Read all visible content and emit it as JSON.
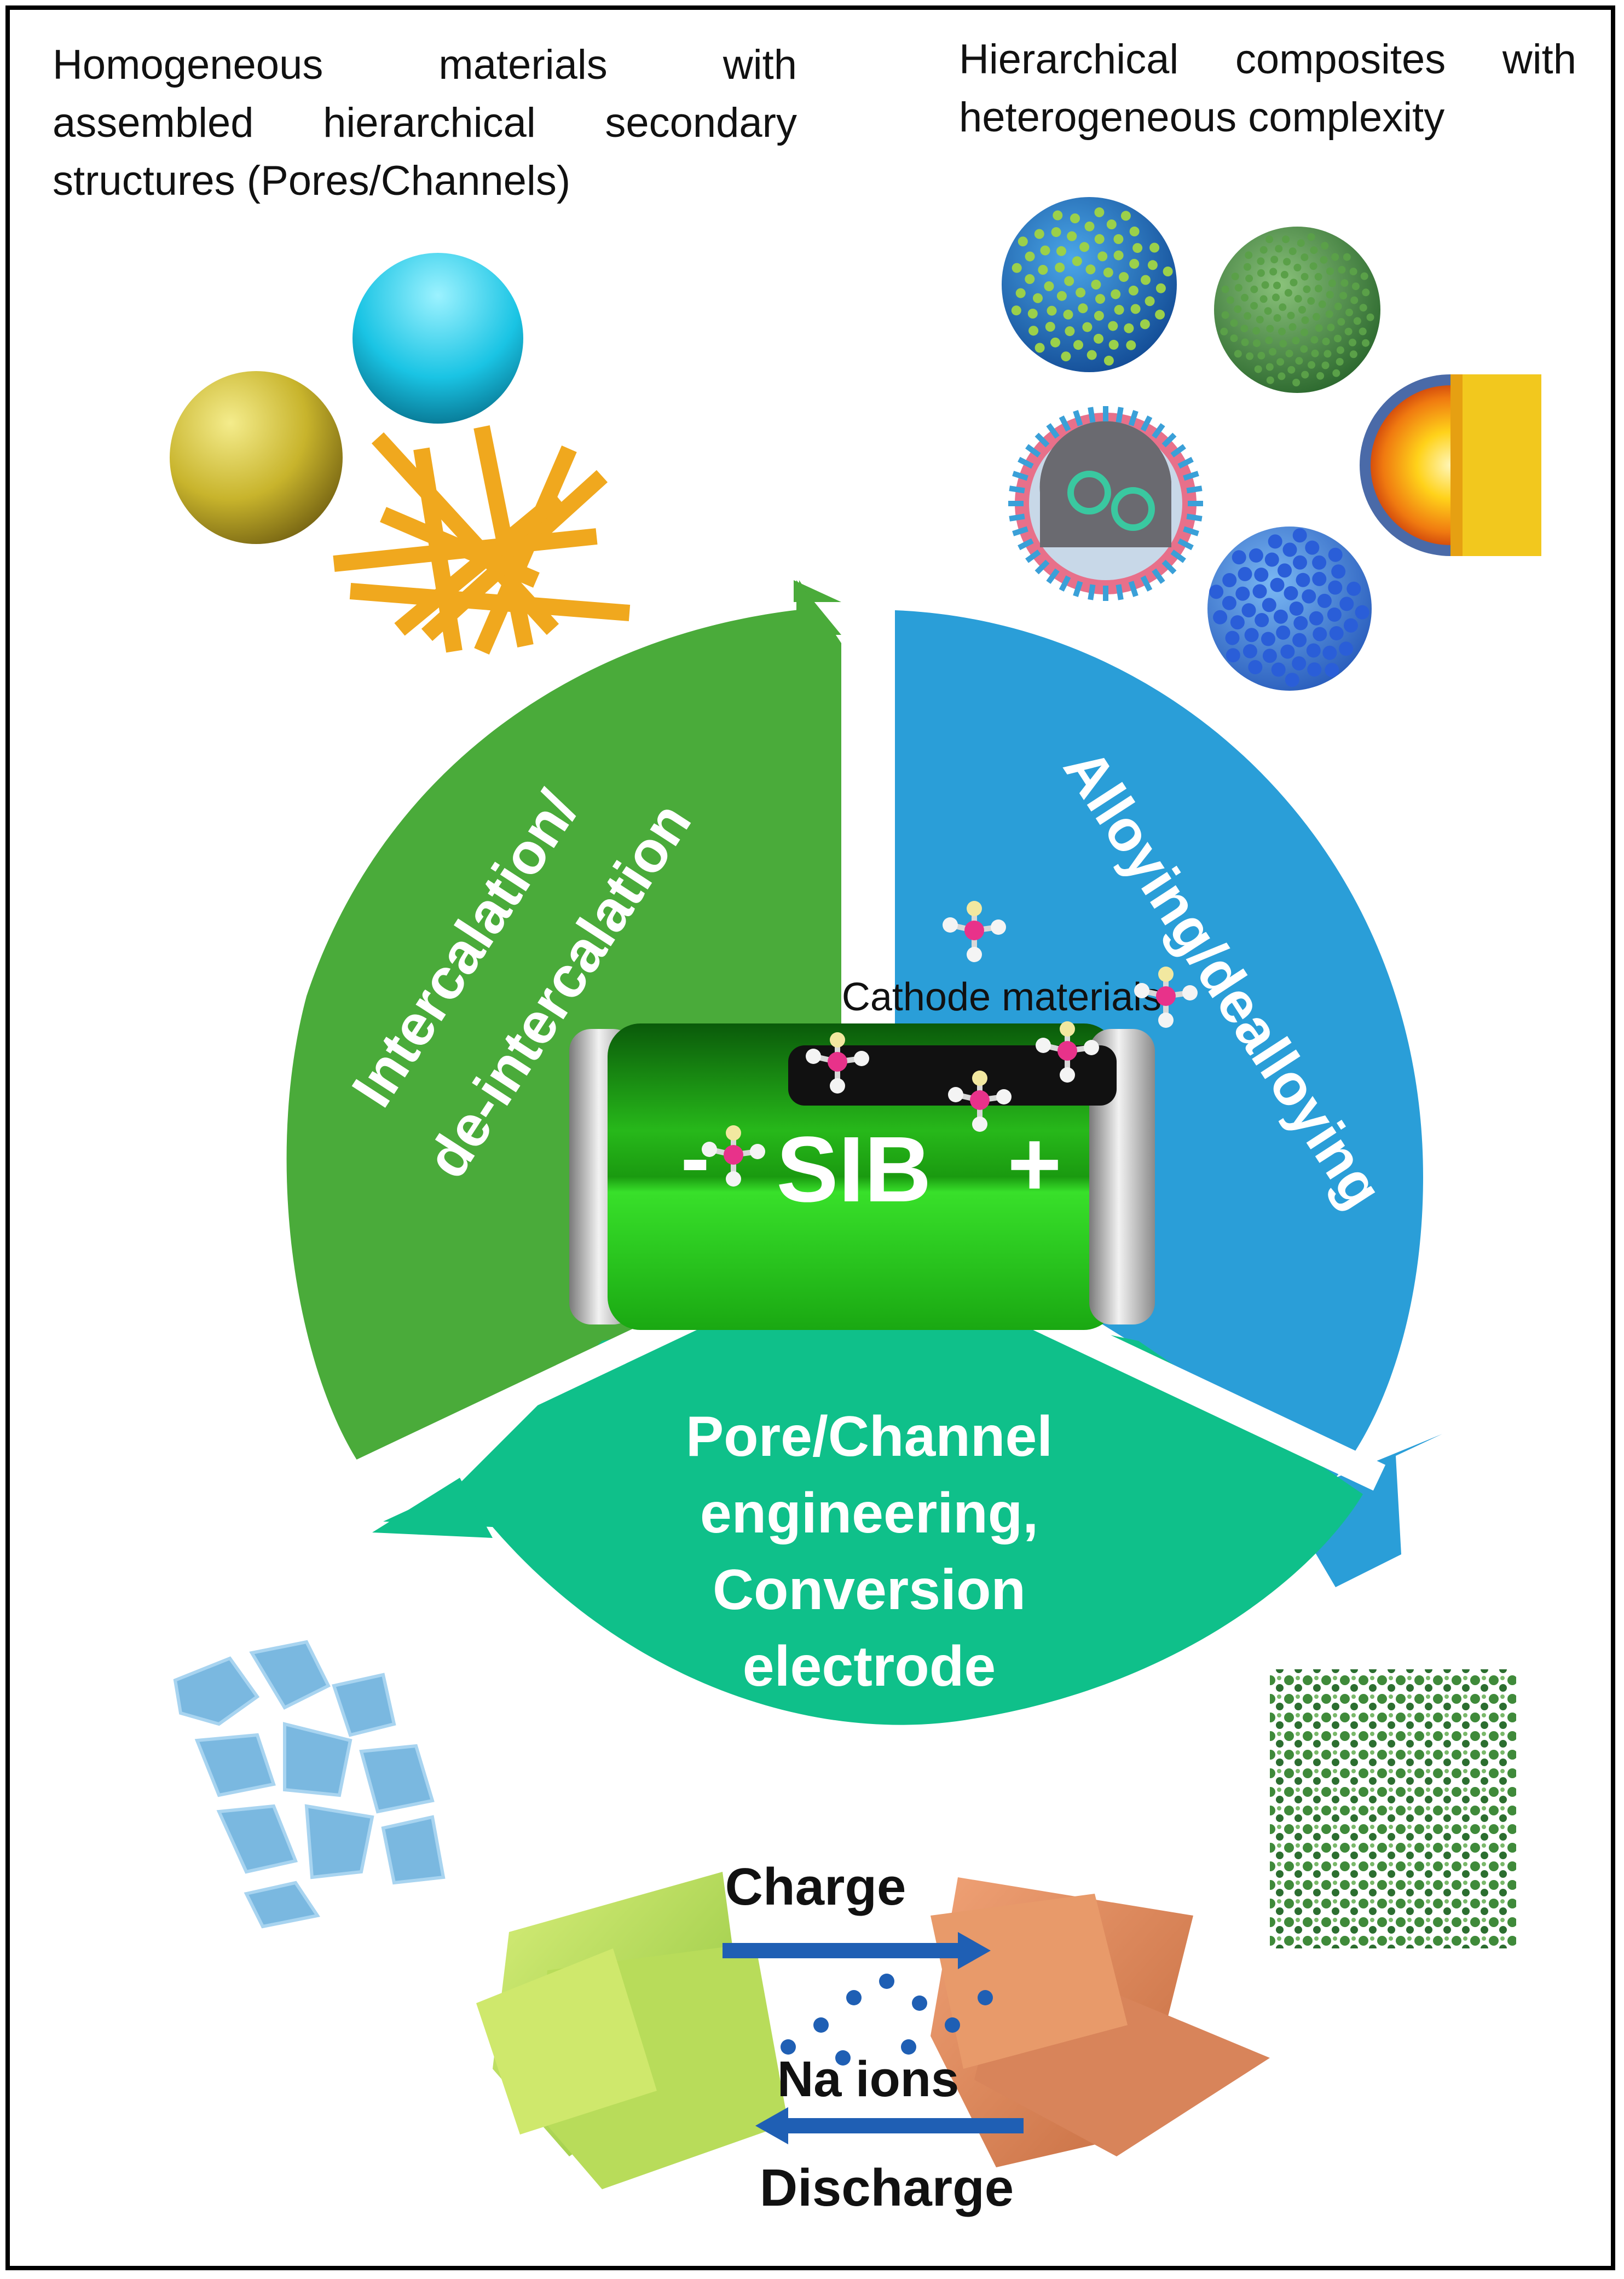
{
  "captions": {
    "left": "Homogeneous materials with assembled hierarchical secondary structures (Pores/Channels)",
    "right": "Hierarchical composites with heterogeneous complexity"
  },
  "segments": {
    "intercalation_line1": "Intercalation/",
    "intercalation_line2": "de-intercalation",
    "alloying": "Alloying/dealloying",
    "conversion_line1": "Pore/Channel",
    "conversion_line2": "engineering,",
    "conversion_line3": "Conversion",
    "conversion_line4": "electrode"
  },
  "battery": {
    "label": "SIB",
    "minus": "-",
    "plus": "+",
    "cathode_label": "Cathode materials"
  },
  "ion_exchange": {
    "charge": "Charge",
    "na_ions": "Na ions",
    "discharge": "Discharge"
  },
  "colors": {
    "intercalation_green": "#4aab3a",
    "alloying_blue": "#2a9ed8",
    "conversion_teal": "#0fc08a",
    "battery_green": "#22c414",
    "arrow_blue": "#1f5fb4"
  }
}
